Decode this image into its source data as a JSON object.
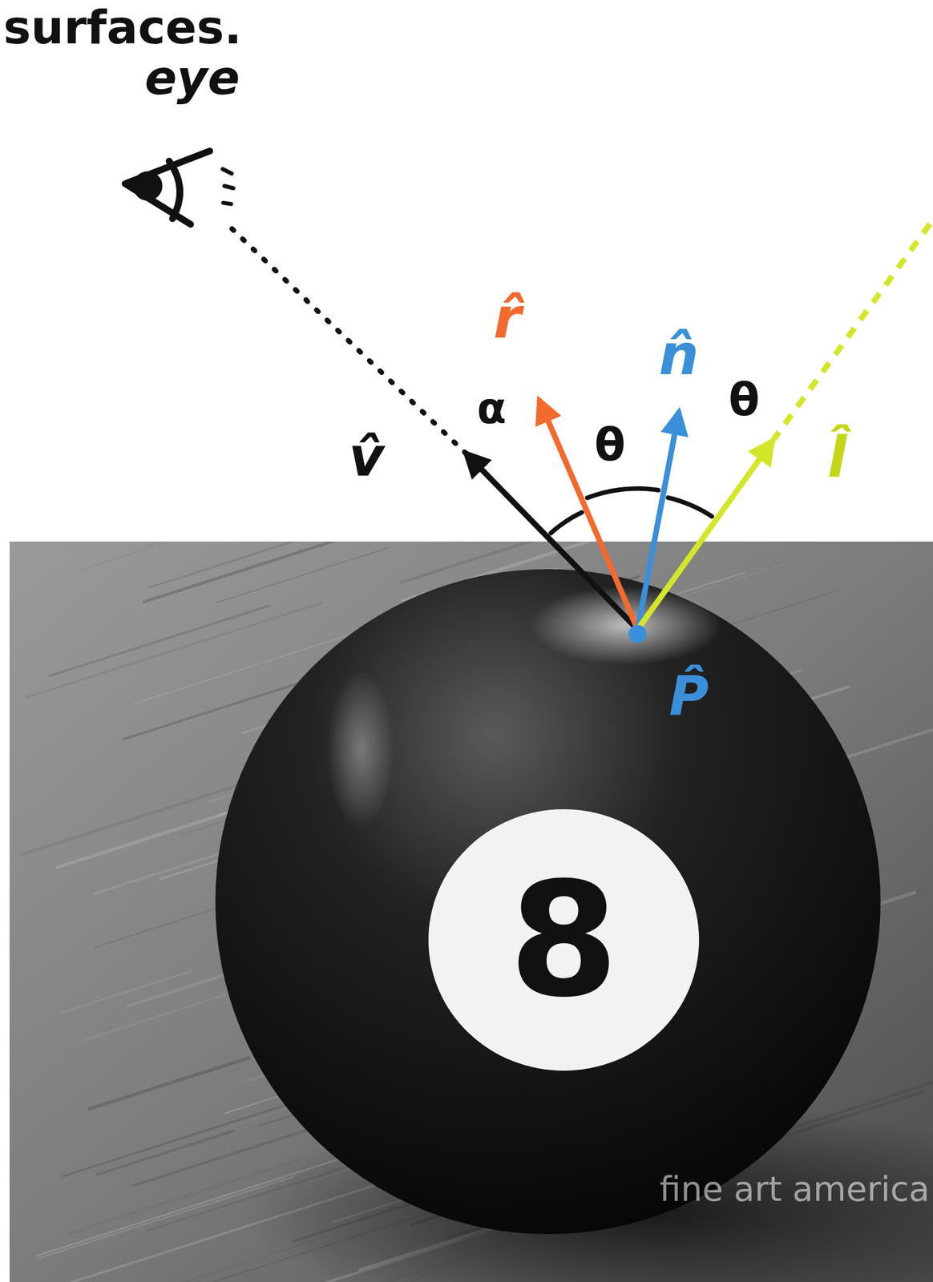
{
  "diagram": {
    "labels": [
      "surfaces.",
      "eye",
      "r̂",
      "n̂",
      "θ",
      "α",
      "θ",
      "v̂",
      "l̂",
      "P̂",
      "8",
      "fine art america"
    ]
  }
}
